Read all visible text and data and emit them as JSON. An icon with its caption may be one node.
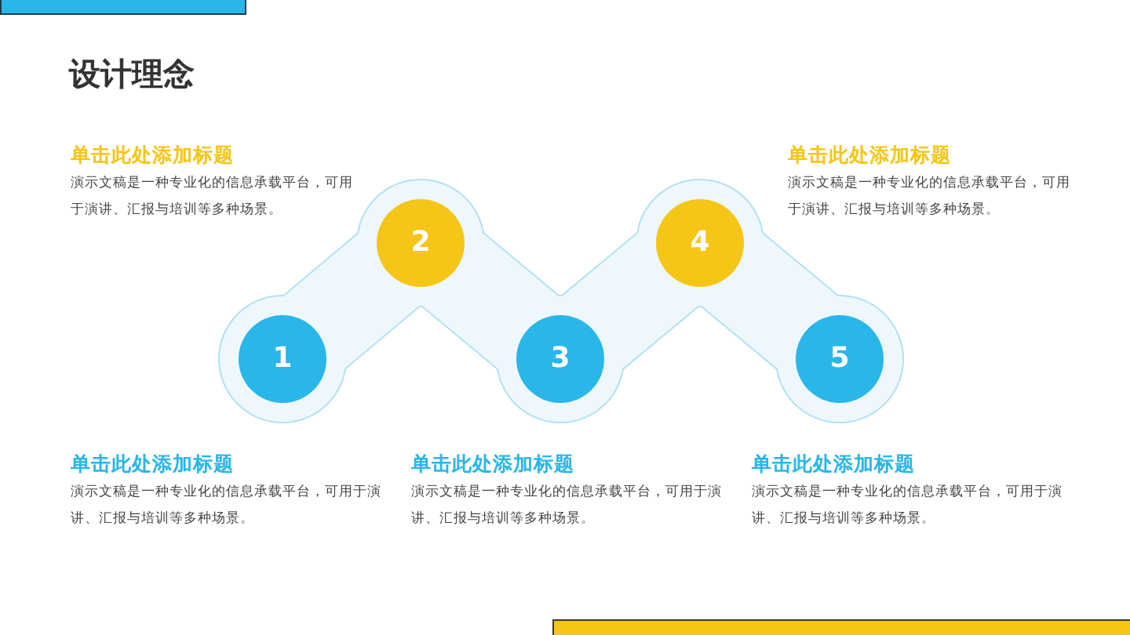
{
  "diagram": {
    "title": "设计理念",
    "nodes": [
      {
        "text": [
          "1"
        ]
      },
      {
        "text": [
          "2"
        ]
      },
      {
        "text": [
          "3"
        ]
      },
      {
        "text": [
          "4"
        ]
      },
      {
        "text": [
          "5"
        ]
      }
    ],
    "labels": [
      "单击此处添加标题",
      "演示文稿是一种专业化的信息承载平台，可用于演讲、汇报与培训等多种场景。",
      "单击此处添加标题",
      "演示文稿是一种专业化的信息承载平台，可用于演讲、汇报与培训等多种场景。",
      "单击此处添加标题",
      "演示文稿是一种专业化的信息承载平台，可用于演讲、汇报与培训等多种场景。",
      "单击此处添加标题",
      "演示文稿是一种专业化的信息承载平台，可用于演讲、汇报与培训等多种场景。",
      "单击此处添加标题",
      "演示文稿是一种专业化的信息承载平台，可用于演讲、汇报与培训等多种场景。"
    ]
  }
}
